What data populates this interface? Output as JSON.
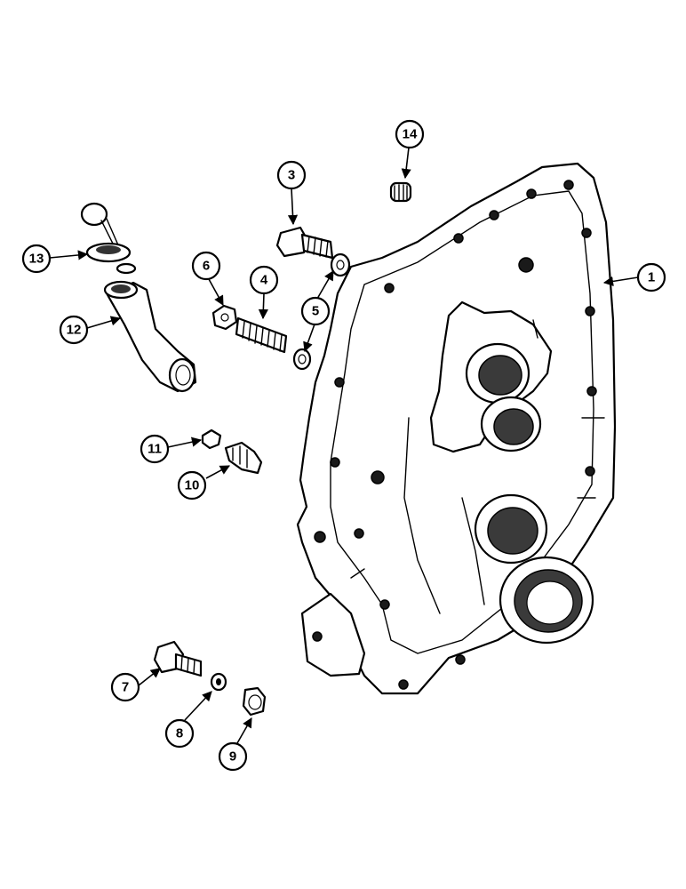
{
  "callouts": [
    {
      "id": "1",
      "label": "1"
    },
    {
      "id": "2",
      "label": "3"
    },
    {
      "id": "3",
      "label": "4"
    },
    {
      "id": "4",
      "label": "5"
    },
    {
      "id": "5",
      "label": "6"
    },
    {
      "id": "6",
      "label": "7"
    },
    {
      "id": "7",
      "label": "8"
    },
    {
      "id": "8",
      "label": "9"
    },
    {
      "id": "9",
      "label": "10"
    },
    {
      "id": "10",
      "label": "11"
    },
    {
      "id": "11",
      "label": "12"
    },
    {
      "id": "12",
      "label": "13"
    },
    {
      "id": "13",
      "label": "14"
    }
  ]
}
